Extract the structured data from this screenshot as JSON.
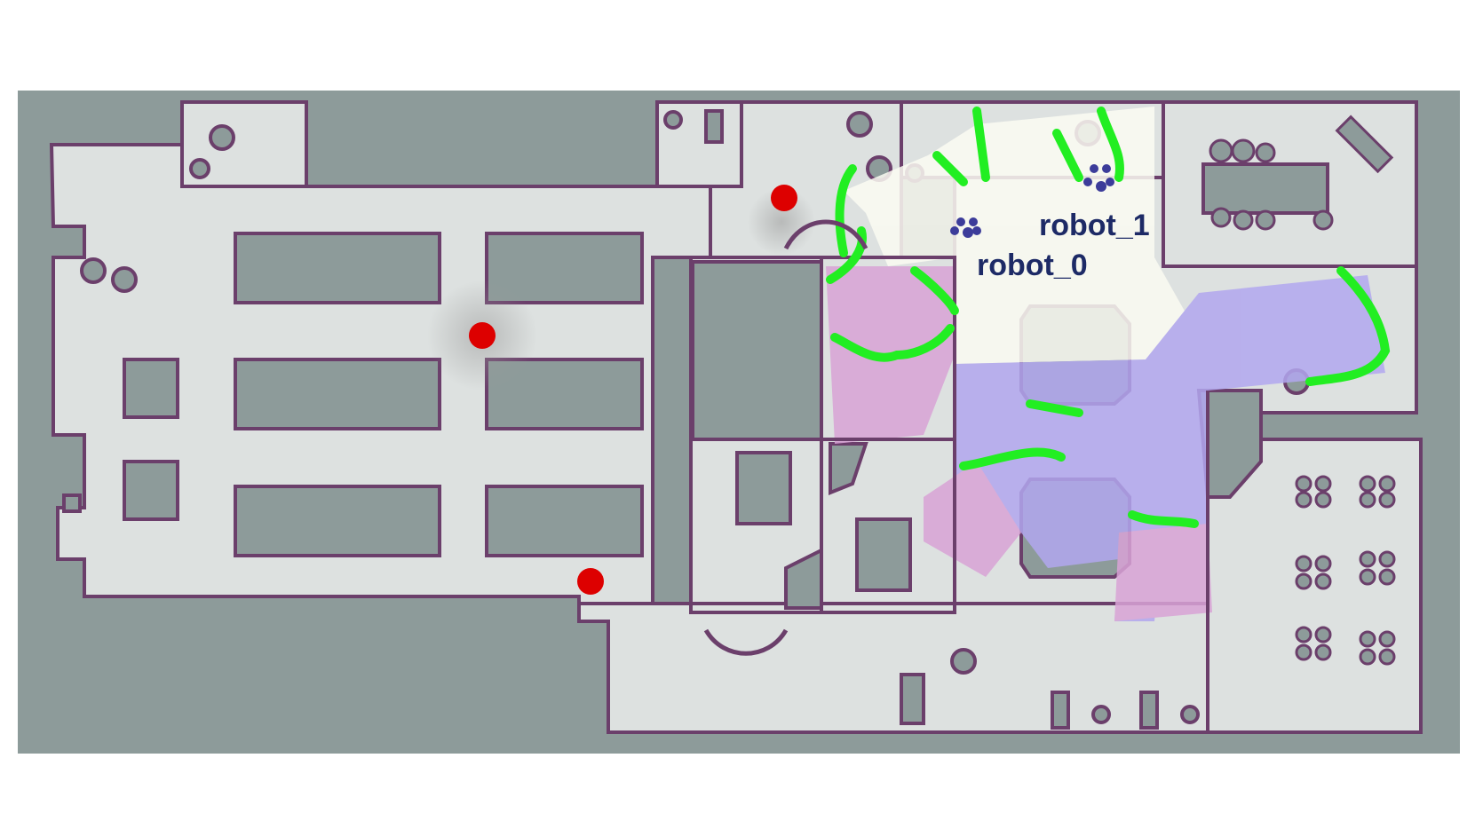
{
  "map": {
    "colors": {
      "page_background": "#ffffff",
      "unknown": "#8d9b9a",
      "free": "#dde1e0",
      "wall": "#6b3f6b",
      "explored_bright": "#fbfbf2",
      "frontier": "#22ee22",
      "goal": "#dd0000",
      "region_pink": "#d9a3d6",
      "region_violet": "#b2a7ef",
      "robot_marker": "#3c3c9a",
      "label_text": "#1d2a66"
    },
    "robots": [
      {
        "id": "robot_0",
        "label": "robot_0"
      },
      {
        "id": "robot_1",
        "label": "robot_1"
      }
    ],
    "goals_count": 3
  }
}
